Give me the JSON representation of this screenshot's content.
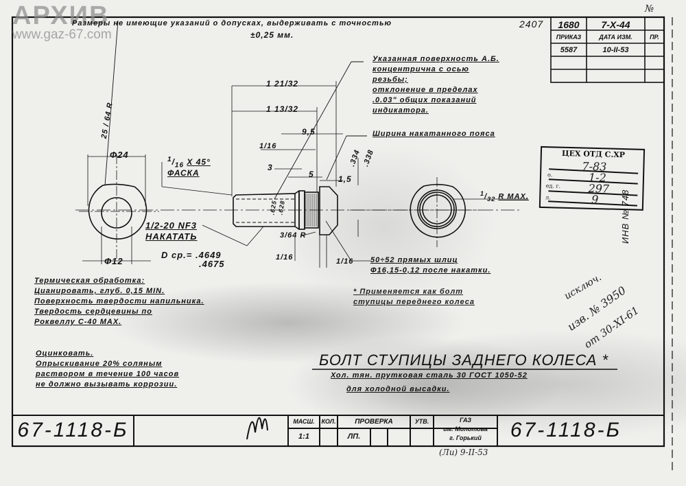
{
  "watermark": {
    "title": "АРХИВ",
    "url": "www.gaz-67.com"
  },
  "header_note": {
    "line1": "Размеры не имеющие указаний о допусках, выдерживать с точностью",
    "line2": "±0,25 мм."
  },
  "corner_mark": "№",
  "revision_table": {
    "side_number": "2407",
    "rows": [
      [
        "1680",
        "7-X-44",
        ""
      ],
      [
        "ПРИКАЗ",
        "ДАТА ИЗМ.",
        "ПР."
      ],
      [
        "5587",
        "10-II-53",
        ""
      ],
      [
        "",
        "",
        ""
      ],
      [
        "",
        "",
        ""
      ]
    ]
  },
  "callouts": {
    "concentric": [
      "Указанная поверхность А.Б.",
      "концентрична с осью",
      "резьбы;",
      "отклонение в пределах",
      ".0.03\" общих показаний",
      "индикатора."
    ],
    "knurl_width": "Ширина накатанного пояса",
    "radius_max": {
      "num": "1",
      "den": "32",
      "text": "R MAX."
    },
    "splines": [
      "50÷52 прямых шлиц",
      "Ф16,15-0,12 после накатки."
    ],
    "applies": [
      "* Применяется как болт",
      "ступицы переднего колеса"
    ],
    "chamfer": {
      "num": "1",
      "den": "16",
      "text": "X 45°",
      "label": "ФАСКА"
    },
    "thread": {
      "spec": "1/2-20 NF3",
      "action": "НАКАТАТЬ",
      "dcp_label": "D ср.=",
      "dcp_max": ".4649",
      "dcp_min": ".4675"
    }
  },
  "dimensions": {
    "len_total": "1 21/32",
    "len_body": "1 13/32",
    "d95": "9,5",
    "d116a": "1/16",
    "d3": "3",
    "d5": "5",
    "d15": "1,5",
    "d334": ".334",
    "d338": ".338",
    "d625": ".625",
    "d628": ".628",
    "r364": "3/64 R",
    "d116b": "1/16",
    "d116c": "1/16",
    "phi24": "Ф24",
    "phi12": "Ф12",
    "r2564": "25 / 64 R"
  },
  "heat_treatment": [
    "Термическая обработка:",
    "Цианировать, глуб. 0,15 MIN.",
    "Поверхность твердости напильника.",
    "Твердость сердцевины по",
    "Роквеллу С-40 MAX."
  ],
  "coating": [
    "Оцинковать.",
    "Опрыскивание 20% соляным",
    "раствором в течение 100 часов",
    "не должно вызывать коррозии."
  ],
  "title": {
    "name": "БОЛТ СТУПИЦЫ ЗАДНЕГО КОЛЕСА *",
    "material": "Хол. тян. прутковая сталь 30 ГОСТ 1050-52",
    "purpose": "для холодной высадки."
  },
  "stamp": {
    "header": "ЦЕХ ОТД С.ХР",
    "lines": [
      "7-83",
      "1-2",
      "297",
      "9"
    ],
    "labels": [
      "",
      "о.",
      "ед. г.",
      "л."
    ]
  },
  "side_inventory": "ИНВ № 748",
  "handwritten": {
    "line1": "исключ.",
    "line2": "изв. № 3950",
    "line3": "от 30-XI-61"
  },
  "title_block": {
    "part_number_left": "67-1118-Б",
    "part_number": "67-1118-Б",
    "headers": [
      "МАСШ.",
      "КОЛ.",
      "ПРОВЕРКА",
      "УТВ."
    ],
    "scale": "1:1",
    "check": "ЛП.",
    "maker": [
      "ГАЗ",
      "им. Молотова",
      "г. Горький"
    ],
    "below": "(Ли) 9-II-53"
  },
  "colors": {
    "ink": "#111111",
    "paper": "#efefec",
    "watermark": "#8c8c8c"
  }
}
